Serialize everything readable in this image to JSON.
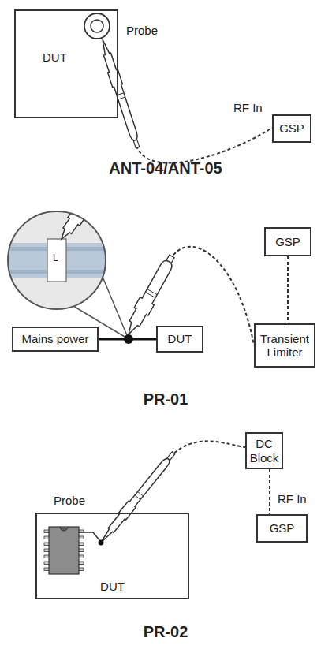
{
  "diagram": {
    "nodes": [
      {
        "text": [
          "DUT"
        ]
      },
      {
        "text": [
          "GSP"
        ]
      },
      {
        "text": [
          "GSP"
        ]
      },
      {
        "text": [
          "Mains power"
        ]
      },
      {
        "text": [
          "DUT"
        ]
      },
      {
        "text": [
          "Transient Limiter"
        ]
      },
      {
        "text": [
          "DC Block"
        ]
      },
      {
        "text": [
          "DUT"
        ]
      },
      {
        "text": [
          "GSP"
        ]
      }
    ],
    "edges": [
      {
        "from": 3,
        "to": 4,
        "arrow": "none"
      },
      {
        "from": 2,
        "to": 5,
        "arrow": "none"
      },
      {
        "from": 6,
        "to": 8,
        "arrow": "none"
      }
    ],
    "labels": [
      "Probe",
      "RF In",
      "ANT-04/ANT-05",
      "L",
      "PR-01",
      "Probe",
      "RF In",
      "PR-02"
    ]
  }
}
